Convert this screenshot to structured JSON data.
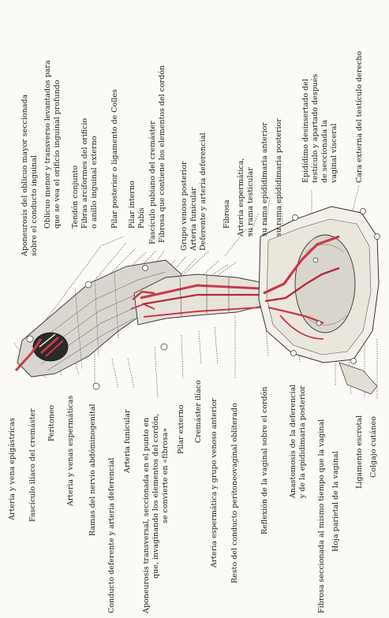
{
  "figure": {
    "labels_top": [
      {
        "id": "l1",
        "text": "Aponeurosis del oblicuo mayor seccionada"
      },
      {
        "id": "l2",
        "text": "sobre el conducto inguinal"
      },
      {
        "id": "l3",
        "text": "Oblicuo menor y transverso levantados para"
      },
      {
        "id": "l4",
        "text": "que se vea el orificio inguinal profundo"
      },
      {
        "id": "l5",
        "text": "Tendón conjunto"
      },
      {
        "id": "l6",
        "text": "Fibras arciformes del orificio"
      },
      {
        "id": "l7",
        "text": "o anillo inguinal externo"
      },
      {
        "id": "l8",
        "text": "Pilar posterior o ligamento de Colles"
      },
      {
        "id": "l9",
        "text": "Pilar interno"
      },
      {
        "id": "l10",
        "text": "Pubis"
      },
      {
        "id": "l11",
        "text": "Fascículo pubiano del cremáster"
      },
      {
        "id": "l12",
        "text": "Fibrosa que contiene los elementos del cordón"
      },
      {
        "id": "l13",
        "text": "Grupo venoso posterior"
      },
      {
        "id": "l14",
        "text": "Arteria funicular"
      },
      {
        "id": "l15",
        "text": "Deferente y arteria deferencial"
      },
      {
        "id": "l16",
        "text": "Fibrosa"
      },
      {
        "id": "l17",
        "text": "Arteria espermática,"
      },
      {
        "id": "l18",
        "text": "su rama testicular"
      },
      {
        "id": "l19",
        "text": "su rama epididimaria anterior"
      },
      {
        "id": "l20",
        "text": "su rama epididimaria posterior"
      },
      {
        "id": "l21",
        "text": "Epidídimo desinsertado del"
      },
      {
        "id": "l22",
        "text": "testículo y apartado después"
      },
      {
        "id": "l23",
        "text": "de seccionada la"
      },
      {
        "id": "l24",
        "text": "vaginal visceral"
      },
      {
        "id": "l25",
        "text": "Cara externa del testículo derecho"
      }
    ],
    "labels_bottom": [
      {
        "id": "b1",
        "text": "Arteria y vena epigástricas"
      },
      {
        "id": "b2",
        "text": "Fascículo ilíaco del cremáster"
      },
      {
        "id": "b3",
        "text": "Peritoneo"
      },
      {
        "id": "b4",
        "text": "Arteria y venas espermáticas"
      },
      {
        "id": "b5",
        "text": "Ramas del nervio abdóminogenital"
      },
      {
        "id": "b6",
        "text": "Conducto deferente y arteria deferencial"
      },
      {
        "id": "b7",
        "text": "Arteria funicular"
      },
      {
        "id": "b8",
        "text": "Aponeurosis transversal, seccionada en el punto en"
      },
      {
        "id": "b9",
        "text": "que, invaginando los elementos del cordón,"
      },
      {
        "id": "b10",
        "text": "se convierte en «fibrosa»"
      },
      {
        "id": "b11",
        "text": "Pilar externo"
      },
      {
        "id": "b12",
        "text": "Cremáster ilíaco"
      },
      {
        "id": "b13",
        "text": "Arteria espermática y grupo venoso anterior"
      },
      {
        "id": "b14",
        "text": "Resto del conducto peritoneovaginal obliterado"
      },
      {
        "id": "b15",
        "text": "Reflexión de la vaginal sobre el cordón"
      },
      {
        "id": "b16",
        "text": "Anastomosis de la deferencial"
      },
      {
        "id": "b17",
        "text": "y de la epididimaria posterior"
      },
      {
        "id": "b18",
        "text": "Fibrosa seccionada al mismo tiempo que la vaginal"
      },
      {
        "id": "b19",
        "text": "Hoja parietal de la vaginal"
      },
      {
        "id": "b20",
        "text": "Ligamento escrotal"
      },
      {
        "id": "b21",
        "text": "Colgajo cutáneo"
      }
    ]
  }
}
